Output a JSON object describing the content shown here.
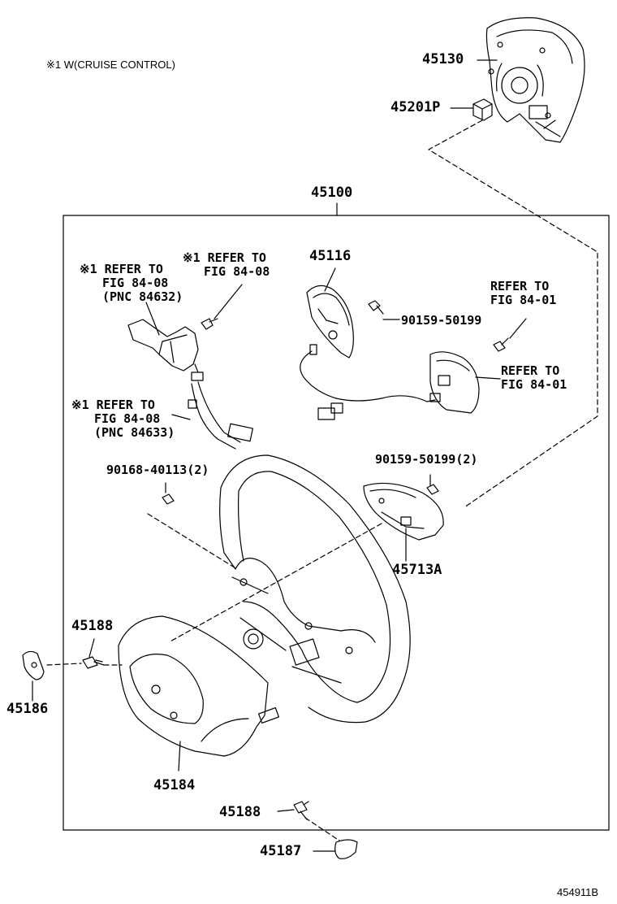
{
  "header_note": "※1 W(CRUISE CONTROL)",
  "assembly_label": "45100",
  "drawing_code": "454911B",
  "parts": {
    "airbag": "45130",
    "nut": "45201P",
    "cover_upper": "45116",
    "screw_upper": "90159-50199",
    "screw_2": "90159-50199(2)",
    "bolt_left": "90168-40113(2)",
    "cover_right": "45713A",
    "screw_left": "45188",
    "cap_left": "45186",
    "lower_cover": "45184",
    "screw_bottom": "45188",
    "cap_bottom": "45187"
  },
  "references": {
    "ref_a": {
      "line1": "※1 REFER TO",
      "line2": "FIG 84-08"
    },
    "ref_b": {
      "line1": "※1 REFER TO",
      "line2": "FIG 84-08",
      "line3": "(PNC 84632)"
    },
    "ref_c": {
      "line1": "REFER TO",
      "line2": "FIG 84-01"
    },
    "ref_d": {
      "line1": "REFER TO",
      "line2": "FIG 84-01"
    },
    "ref_e": {
      "line1": "※1 REFER TO",
      "line2": "FIG 84-08",
      "line3": "(PNC 84633)"
    }
  }
}
